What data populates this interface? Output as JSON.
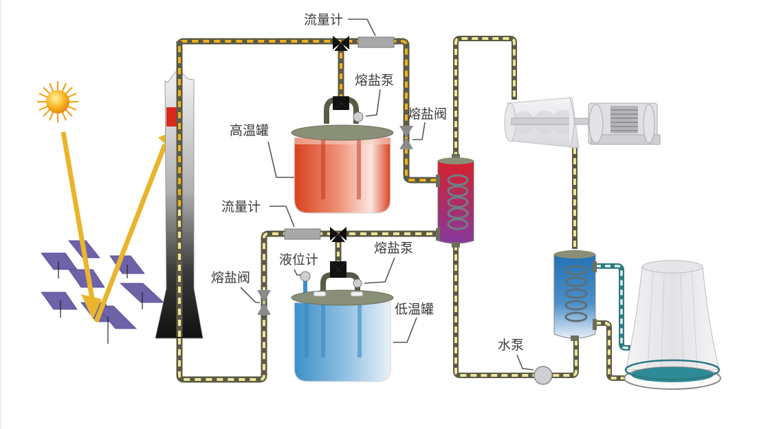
{
  "diagram": {
    "type": "molten-salt solar thermal power plant flow diagram",
    "labels": {
      "flowmeter_top": "流量计",
      "molten_salt_pump_top": "熔盐泵",
      "molten_salt_valve_top": "熔盐阀",
      "high_temp_tank": "高温罐",
      "flowmeter_bottom": "流量计",
      "molten_salt_valve_bottom": "熔盐阀",
      "level_gauge": "液位计",
      "molten_salt_pump_bottom": "熔盐泵",
      "low_temp_tank": "低温罐",
      "water_pump": "水泵"
    },
    "components": [
      "sun",
      "heliostat-field",
      "receiver-tower",
      "high-temp-tank",
      "low-temp-tank",
      "steam-generator",
      "turbine",
      "generator",
      "condenser",
      "cooling-tower"
    ],
    "colors": {
      "hot_salt_dash": "#f2b21c",
      "cold_salt_dash": "#eee79a",
      "pipe": "#5b5a46",
      "water_pipe": "#2e7a80",
      "hot_tank": "#dc4a28",
      "cold_tank": "#3f93cc",
      "heliostat": "#6e62a8",
      "sunbeam": "#e9b52c",
      "steam_gen_top": "#d8202a",
      "steam_gen_bottom": "#8a3a9a",
      "condenser": "#1f6fb4"
    }
  }
}
